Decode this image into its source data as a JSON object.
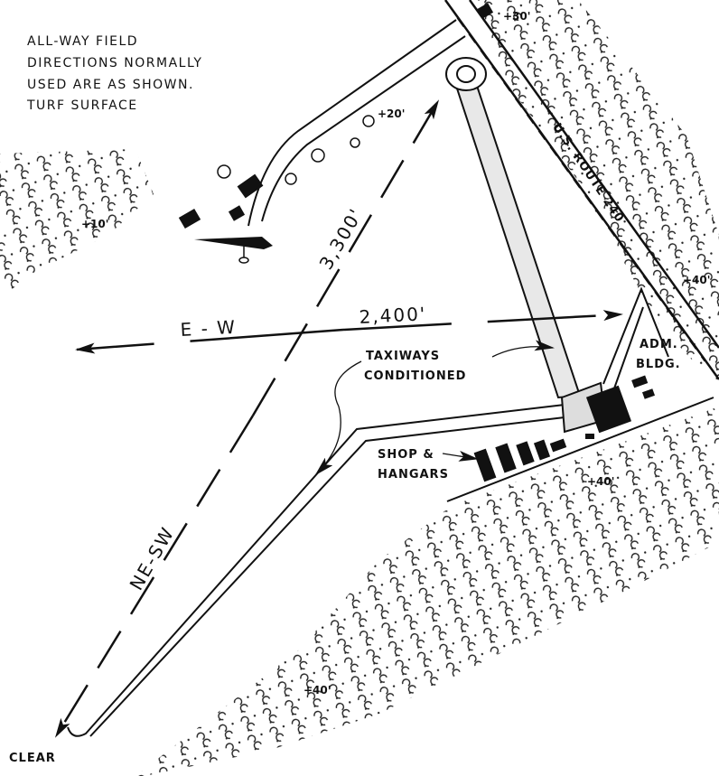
{
  "note": {
    "lines": [
      "ALL-WAY FIELD",
      "DIRECTIONS  NORMALLY",
      "USED ARE AS SHOWN.",
      "TURF  SURFACE"
    ]
  },
  "runways": {
    "ne_sw": {
      "label": "NE-SW",
      "length": "3,300'"
    },
    "e_w": {
      "label": "E - W",
      "length": "2,400'"
    }
  },
  "road": {
    "label": "U.S. ROUTE 240"
  },
  "labels": {
    "taxiways_1": "TAXIWAYS",
    "taxiways_2": "CONDITIONED",
    "adm_1": "ADM.",
    "adm_2": "BLDG.",
    "shop_1": "SHOP &",
    "shop_2": "HANGARS",
    "clear": "CLEAR"
  },
  "elevations": {
    "top": "+30'",
    "road_north": "+20'",
    "west": "+10'",
    "east": "+40'",
    "hangars": "+40'",
    "south": "+40'"
  }
}
